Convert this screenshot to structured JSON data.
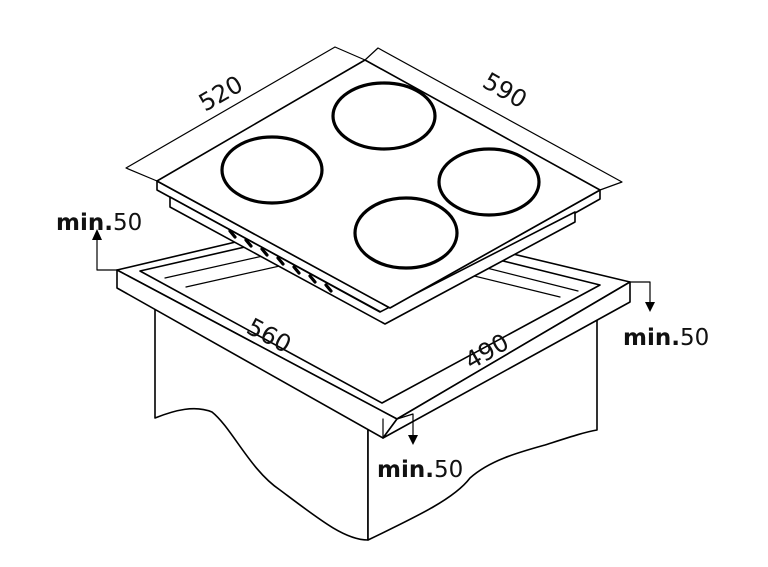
{
  "dimensions": {
    "hob_depth": "520",
    "hob_width": "590",
    "cutout_width": "560",
    "cutout_depth": "490"
  },
  "clearances": {
    "left": {
      "prefix": "min.",
      "value": "50"
    },
    "right": {
      "prefix": "min.",
      "value": "50"
    },
    "bottom": {
      "prefix": "min.",
      "value": "50"
    }
  },
  "colors": {
    "stroke": "#000000",
    "background": "#ffffff"
  }
}
